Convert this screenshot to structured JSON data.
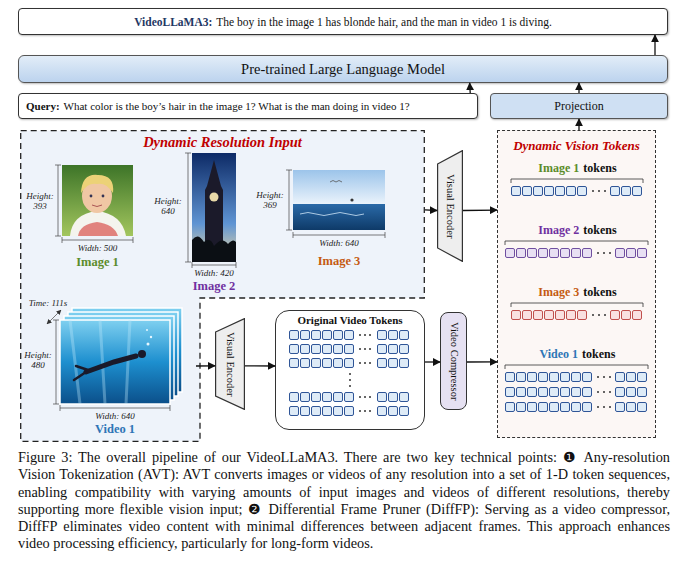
{
  "diagram": {
    "caption": "Figure 3: The overall pipeline of our VideoLLaMA3. There are two key technical points: ❶ Any-resolution Vision Tokenization (AVT): AVT converts images or videos of any resolution into a set of 1-D token sequences, enabling compatibility with varying amounts of input images and videos of different resolutions, thereby supporting more flexible vision input; ❷ Differential Frame Pruner (DiffFP): Serving as a video compressor, DiffFP eliminates video content with minimal differences between adjacent frames. This approach enhances video processing efficiency, particularly for long-form videos.",
    "nodes": [
      {
        "text": [
          "VideoLLaMA3:",
          "The boy in the image 1 has blonde hair, and the man in video 1 is diving."
        ]
      },
      {
        "text": [
          "Pre-trained Large Language Model"
        ]
      },
      {
        "text": [
          "Query:",
          "What color is the boy’s hair in the image 1? What is the man doing in video 1?"
        ]
      },
      {
        "text": [
          "Projection"
        ]
      },
      {
        "text": [
          "Dynamic Resolution Input"
        ]
      },
      {
        "text": [
          "Height: 393",
          "Width: 500",
          "Image 1"
        ],
        "in": 4
      },
      {
        "text": [
          "Height: 640",
          "Width: 420",
          "Image 2"
        ],
        "in": 4
      },
      {
        "text": [
          "Height: 369",
          "Width: 640",
          "Image 3"
        ],
        "in": 4
      },
      {
        "text": [
          "Visual Encoder"
        ]
      },
      {
        "text": [
          "Dynamic Vision Tokens"
        ]
      },
      {
        "text": [
          "Image 1",
          "tokens"
        ],
        "in": 9
      },
      {
        "text": [
          "Image 2",
          "tokens"
        ],
        "in": 9
      },
      {
        "text": [
          "Image 3",
          "tokens"
        ],
        "in": 9
      },
      {
        "text": [
          "Time: 111s",
          "Height: 480",
          "Width: 640",
          "Video 1"
        ],
        "in": 4
      },
      {
        "text": [
          "Visual Encoder"
        ]
      },
      {
        "text": [
          "Original Video Tokens"
        ]
      },
      {
        "text": [
          "Video Compressor"
        ]
      },
      {
        "text": [
          "Video 1",
          "tokens"
        ],
        "in": 9
      }
    ],
    "edges": [
      {
        "from": 1,
        "to": 0,
        "arrow": "to"
      },
      {
        "from": 2,
        "to": 1,
        "arrow": "to"
      },
      {
        "from": 3,
        "to": 1,
        "arrow": "to"
      },
      {
        "from": 9,
        "to": 3,
        "arrow": "to"
      },
      {
        "from": 4,
        "to": 8,
        "arrow": "to"
      },
      {
        "from": 8,
        "to": 9,
        "arrow": "to"
      },
      {
        "from": 13,
        "to": 14,
        "arrow": "to"
      },
      {
        "from": 14,
        "to": 15,
        "arrow": "to"
      },
      {
        "from": 15,
        "to": 16,
        "arrow": "to"
      },
      {
        "from": 16,
        "to": 9,
        "arrow": "to"
      }
    ]
  }
}
